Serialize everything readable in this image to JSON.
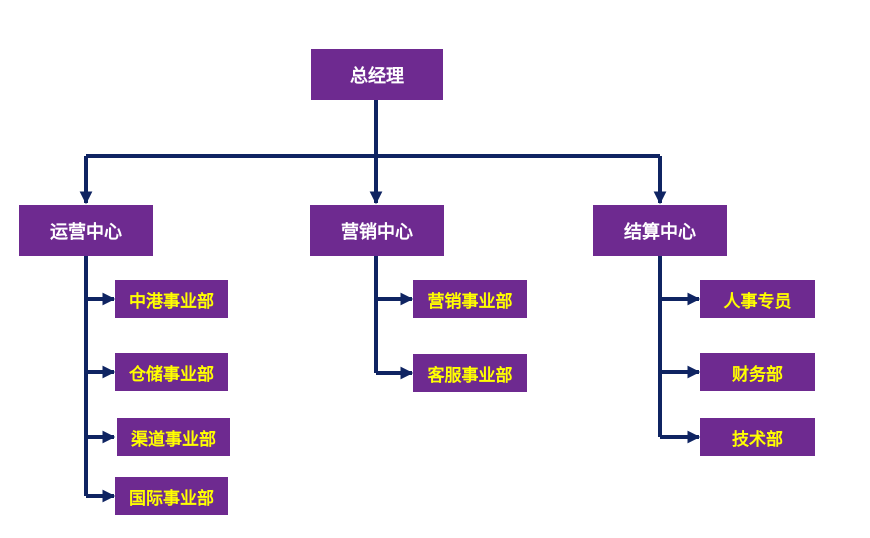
{
  "colors": {
    "box_fill": "#6e2a90",
    "main_text": "#ffffff",
    "sub_text": "#ffff00",
    "connector": "#0f2462"
  },
  "root": {
    "label": "总经理"
  },
  "centers": [
    {
      "label": "运营中心",
      "units": [
        "中港事业部",
        "仓储事业部",
        "渠道事业部",
        "国际事业部"
      ]
    },
    {
      "label": "营销中心",
      "units": [
        "营销事业部",
        "客服事业部"
      ]
    },
    {
      "label": "结算中心",
      "units": [
        "人事专员",
        "财务部",
        "技术部"
      ]
    }
  ]
}
